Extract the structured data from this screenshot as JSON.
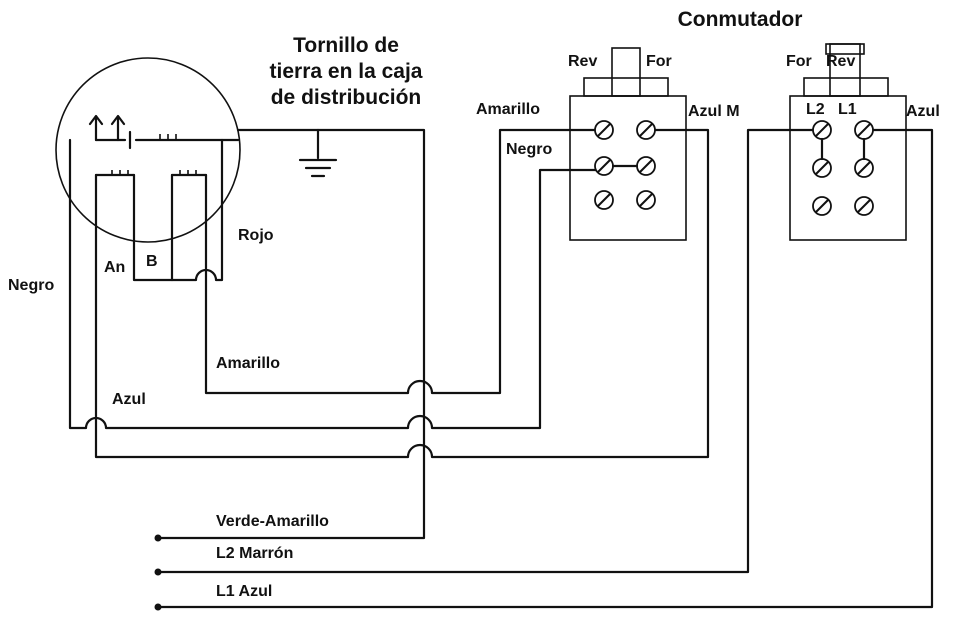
{
  "labels": {
    "ground_line1": "Tornillo de",
    "ground_line2": "tierra en la caja",
    "ground_line3": "de distribución",
    "switch_title": "Conmutador",
    "rev_left": "Rev",
    "for_left": "For",
    "for_right": "For",
    "rev_right": "Rev",
    "amarillo_sw": "Amarillo",
    "negro_sw": "Negro",
    "azul_m": "Azul M",
    "l2": "L2",
    "l1": "L1",
    "azul_sw": "Azul",
    "rojo": "Rojo",
    "an": "An",
    "b": "B",
    "negro_left": "Negro",
    "amarillo_motor": "Amarillo",
    "azul_motor": "Azul",
    "verde_amarillo": "Verde-Amarillo",
    "l2_marron": "L2 Marrón",
    "l1_azul": "L1 Azul"
  }
}
